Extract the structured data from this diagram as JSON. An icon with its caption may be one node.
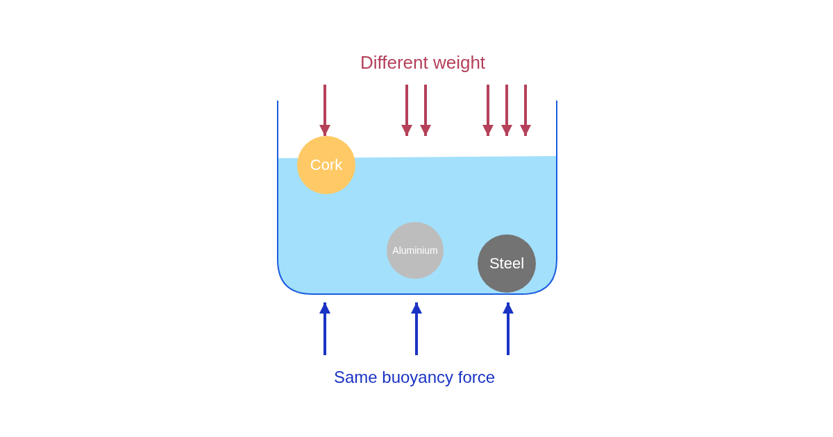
{
  "diagram": {
    "nodes": [
      {
        "text": [
          "Cork"
        ]
      },
      {
        "text": [
          "Aluminium"
        ]
      },
      {
        "text": [
          "Steel"
        ]
      }
    ],
    "labels": [
      "Different weight",
      "Same buoyancy force"
    ]
  }
}
